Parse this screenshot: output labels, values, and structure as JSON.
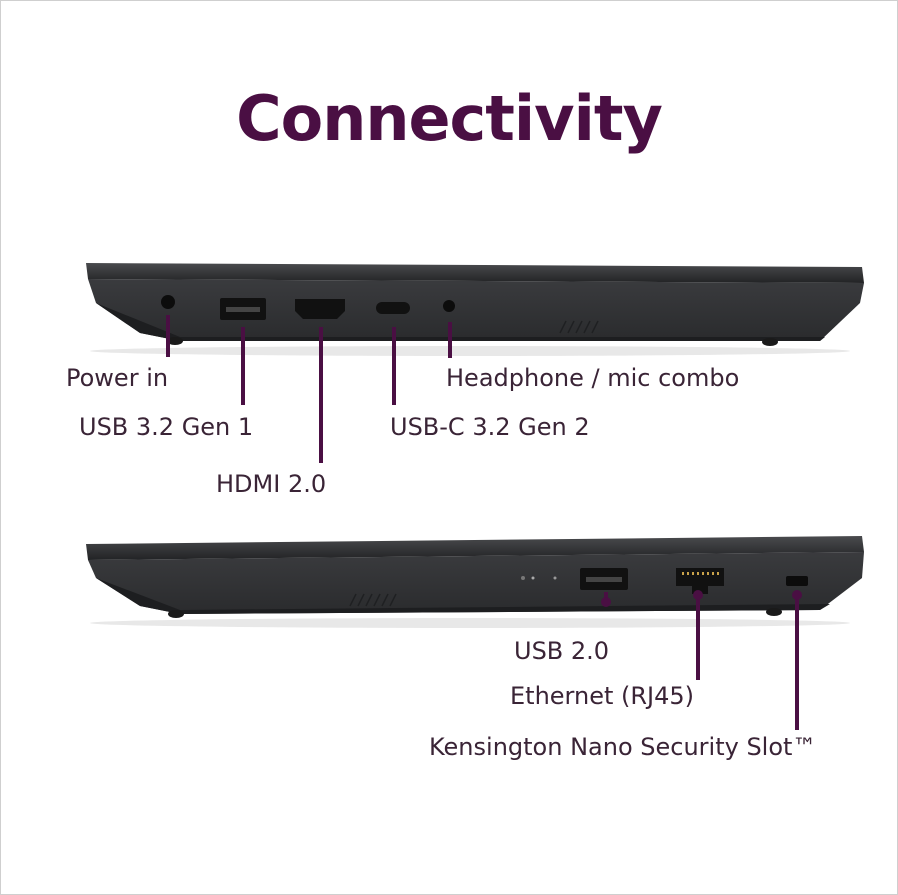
{
  "title": "Connectivity",
  "accent_color": "#4a0f43",
  "laptop_color": "#2b2c2e",
  "left_side": {
    "ports": {
      "power": "Power in",
      "usb_a": "USB 3.2 Gen 1",
      "hdmi": "HDMI 2.0",
      "usb_c": "USB-C 3.2 Gen 2",
      "audio": "Headphone / mic combo"
    }
  },
  "right_side": {
    "ports": {
      "usb2": "USB 2.0",
      "ethernet": "Ethernet (RJ45)",
      "kensington": "Kensington Nano Security Slot™"
    }
  }
}
